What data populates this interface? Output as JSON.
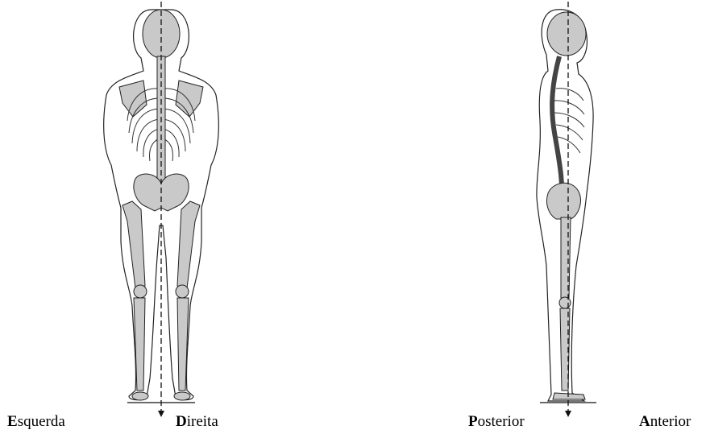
{
  "labels": {
    "left": {
      "initial": "E",
      "rest": "squerda"
    },
    "right": {
      "initial": "D",
      "rest": "ireita"
    },
    "posterior": {
      "initial": "P",
      "rest": "osterior"
    },
    "anterior": {
      "initial": "A",
      "rest": "nterior"
    }
  },
  "figures": {
    "posterior_view": "posterior-skeleton-figure",
    "lateral_view": "lateral-skeleton-figure"
  },
  "colors": {
    "bone_fill": "#c9c9c9",
    "line": "#222222",
    "background": "#ffffff"
  }
}
